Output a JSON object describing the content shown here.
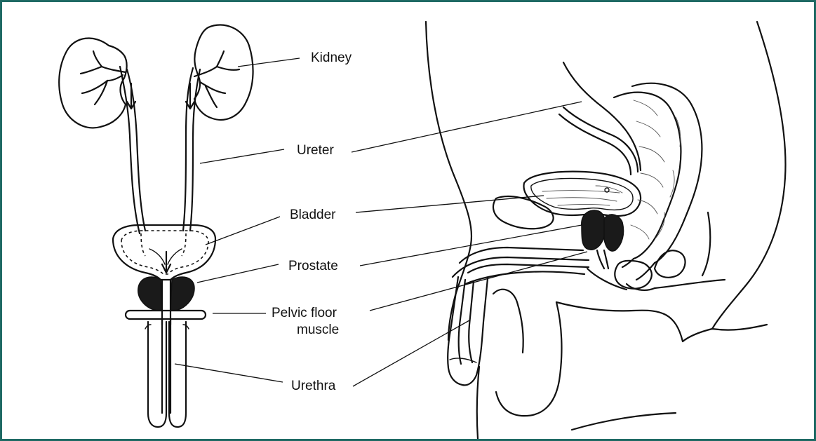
{
  "labels": {
    "kidney": "Kidney",
    "ureter": "Ureter",
    "bladder": "Bladder",
    "prostate": "Prostate",
    "pelvic_floor_line1": "Pelvic floor",
    "pelvic_floor_line2": "muscle",
    "urethra": "Urethra"
  },
  "colors": {
    "border": "#1f6a64",
    "ink": "#111111",
    "prostate_fill": "#1a1a1a"
  }
}
